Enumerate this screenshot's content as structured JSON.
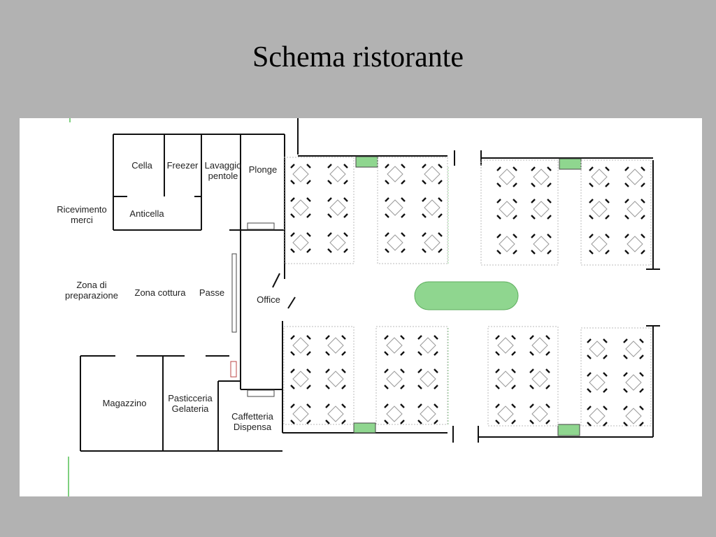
{
  "slide": {
    "title": "Schema ristorante"
  },
  "rooms": {
    "cella": "Cella",
    "freezer": "Freezer",
    "lavaggio_pentole": "Lavaggio pentole",
    "plonge": "Plonge",
    "ricevimento_merci": "Ricevimento merci",
    "anticella": "Anticella",
    "zona_preparazione": "Zona di preparazione",
    "zona_cottura": "Zona cottura",
    "passe": "Passe",
    "office": "Office",
    "magazzino": "Magazzino",
    "pasticceria_gelateria": "Pasticceria Gelateria",
    "caffetteria_dispensa": "Caffetteria Dispensa"
  },
  "colors": {
    "background": "#b2b2b2",
    "plan": "#ffffff",
    "walls": "#111111",
    "accent_green": "#8fd68f"
  }
}
